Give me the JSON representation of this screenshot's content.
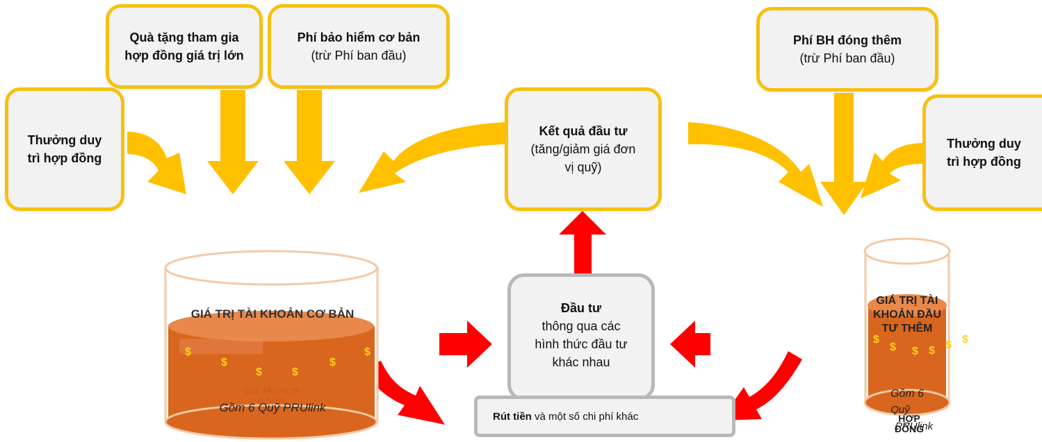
{
  "boxes": {
    "bonus_left": "Thưởng duy trì hợp đồng",
    "gift": "Quà tặng tham gia hợp đồng giá trị lớn",
    "base_premium_title": "Phí bảo hiểm cơ bản",
    "base_premium_sub": "(trừ Phí ban đầu)",
    "invest_result_title": "Kết quả đầu tư",
    "invest_result_sub": "(tăng/giảm giá đơn vị quỹ)",
    "extra_premium_title": "Phí BH đóng thêm",
    "extra_premium_sub": "(trừ Phí ban đầu)",
    "bonus_right": "Thưởng duy trì hợp đồng"
  },
  "invest": {
    "title": "Đầu tư",
    "body": "thông qua các hình thức đầu tư khác nhau"
  },
  "withdraw": {
    "bold": "Rút tiền",
    "rest": " và một số chi phí khác"
  },
  "tank_left": {
    "label": "GIÁ TRỊ TÀI KHOẢN CƠ BẢN",
    "note": "Gồm 6 Quỹ PRUlink",
    "ghost": "GIÁ TRỊ HỢP ĐỒNG"
  },
  "tank_right": {
    "label": "GIÁ TRỊ TÀI KHOẢN ĐẦU TƯ THÊM",
    "note_a": "Gồm 6",
    "note_b": "Quỹ",
    "note_c": "PRUlink",
    "ghost": "HỢP ĐỒNG"
  },
  "dollar": "$",
  "colors": {
    "box_border": "#f6c10f",
    "arrow_yellow": "#ffc000",
    "arrow_red": "#ff0000",
    "liquid": "#d9661f",
    "gray_border": "#b8b8b8"
  }
}
